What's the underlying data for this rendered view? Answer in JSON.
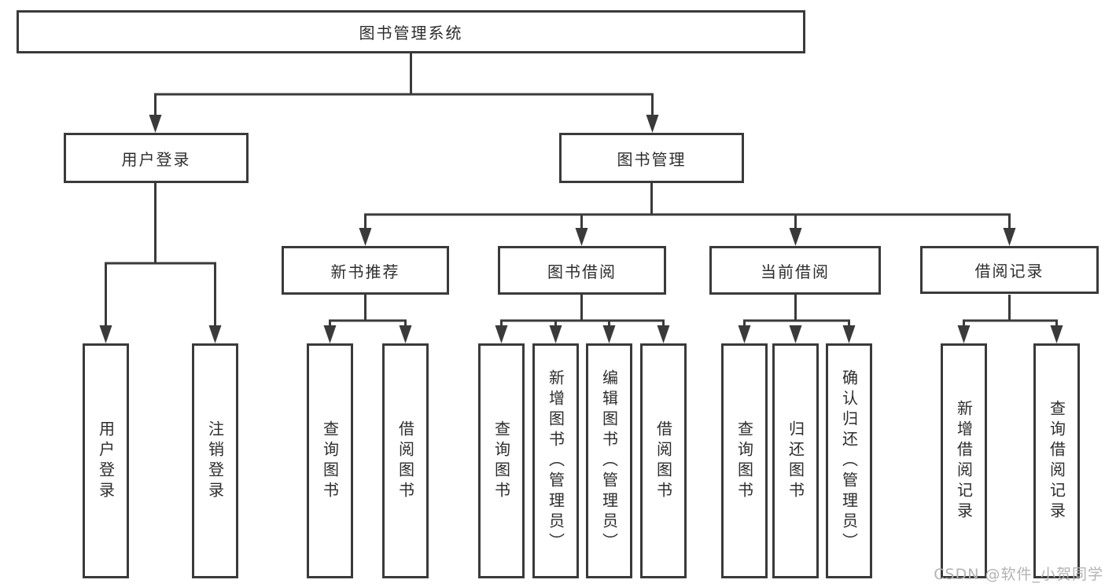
{
  "diagram": {
    "title": "图书管理系统",
    "root": {
      "label": "图书管理系统"
    },
    "level2": [
      {
        "label": "用户登录"
      },
      {
        "label": "图书管理"
      }
    ],
    "level3": [
      {
        "label": "新书推荐"
      },
      {
        "label": "图书借阅"
      },
      {
        "label": "当前借阅"
      },
      {
        "label": "借阅记录"
      }
    ],
    "leaves": {
      "user_login": [
        "用户登录",
        "注销登录"
      ],
      "new_books": [
        "查询图书",
        "借阅图书"
      ],
      "book_borrow": [
        "查询图书",
        "新增图书（管理员）",
        "编辑图书（管理员）",
        "借阅图书"
      ],
      "current_borrow": [
        "查询图书",
        "归还图书",
        "确认归还（管理员）"
      ],
      "borrow_records": [
        "新增借阅记录",
        "查询借阅记录"
      ]
    }
  },
  "watermark": {
    "text": "CSDN @软件_小贺同学",
    "color": "#b3b3b3"
  },
  "colors": {
    "line": "#3a3a3a",
    "text": "#2d2d2d",
    "background": "#ffffff"
  }
}
